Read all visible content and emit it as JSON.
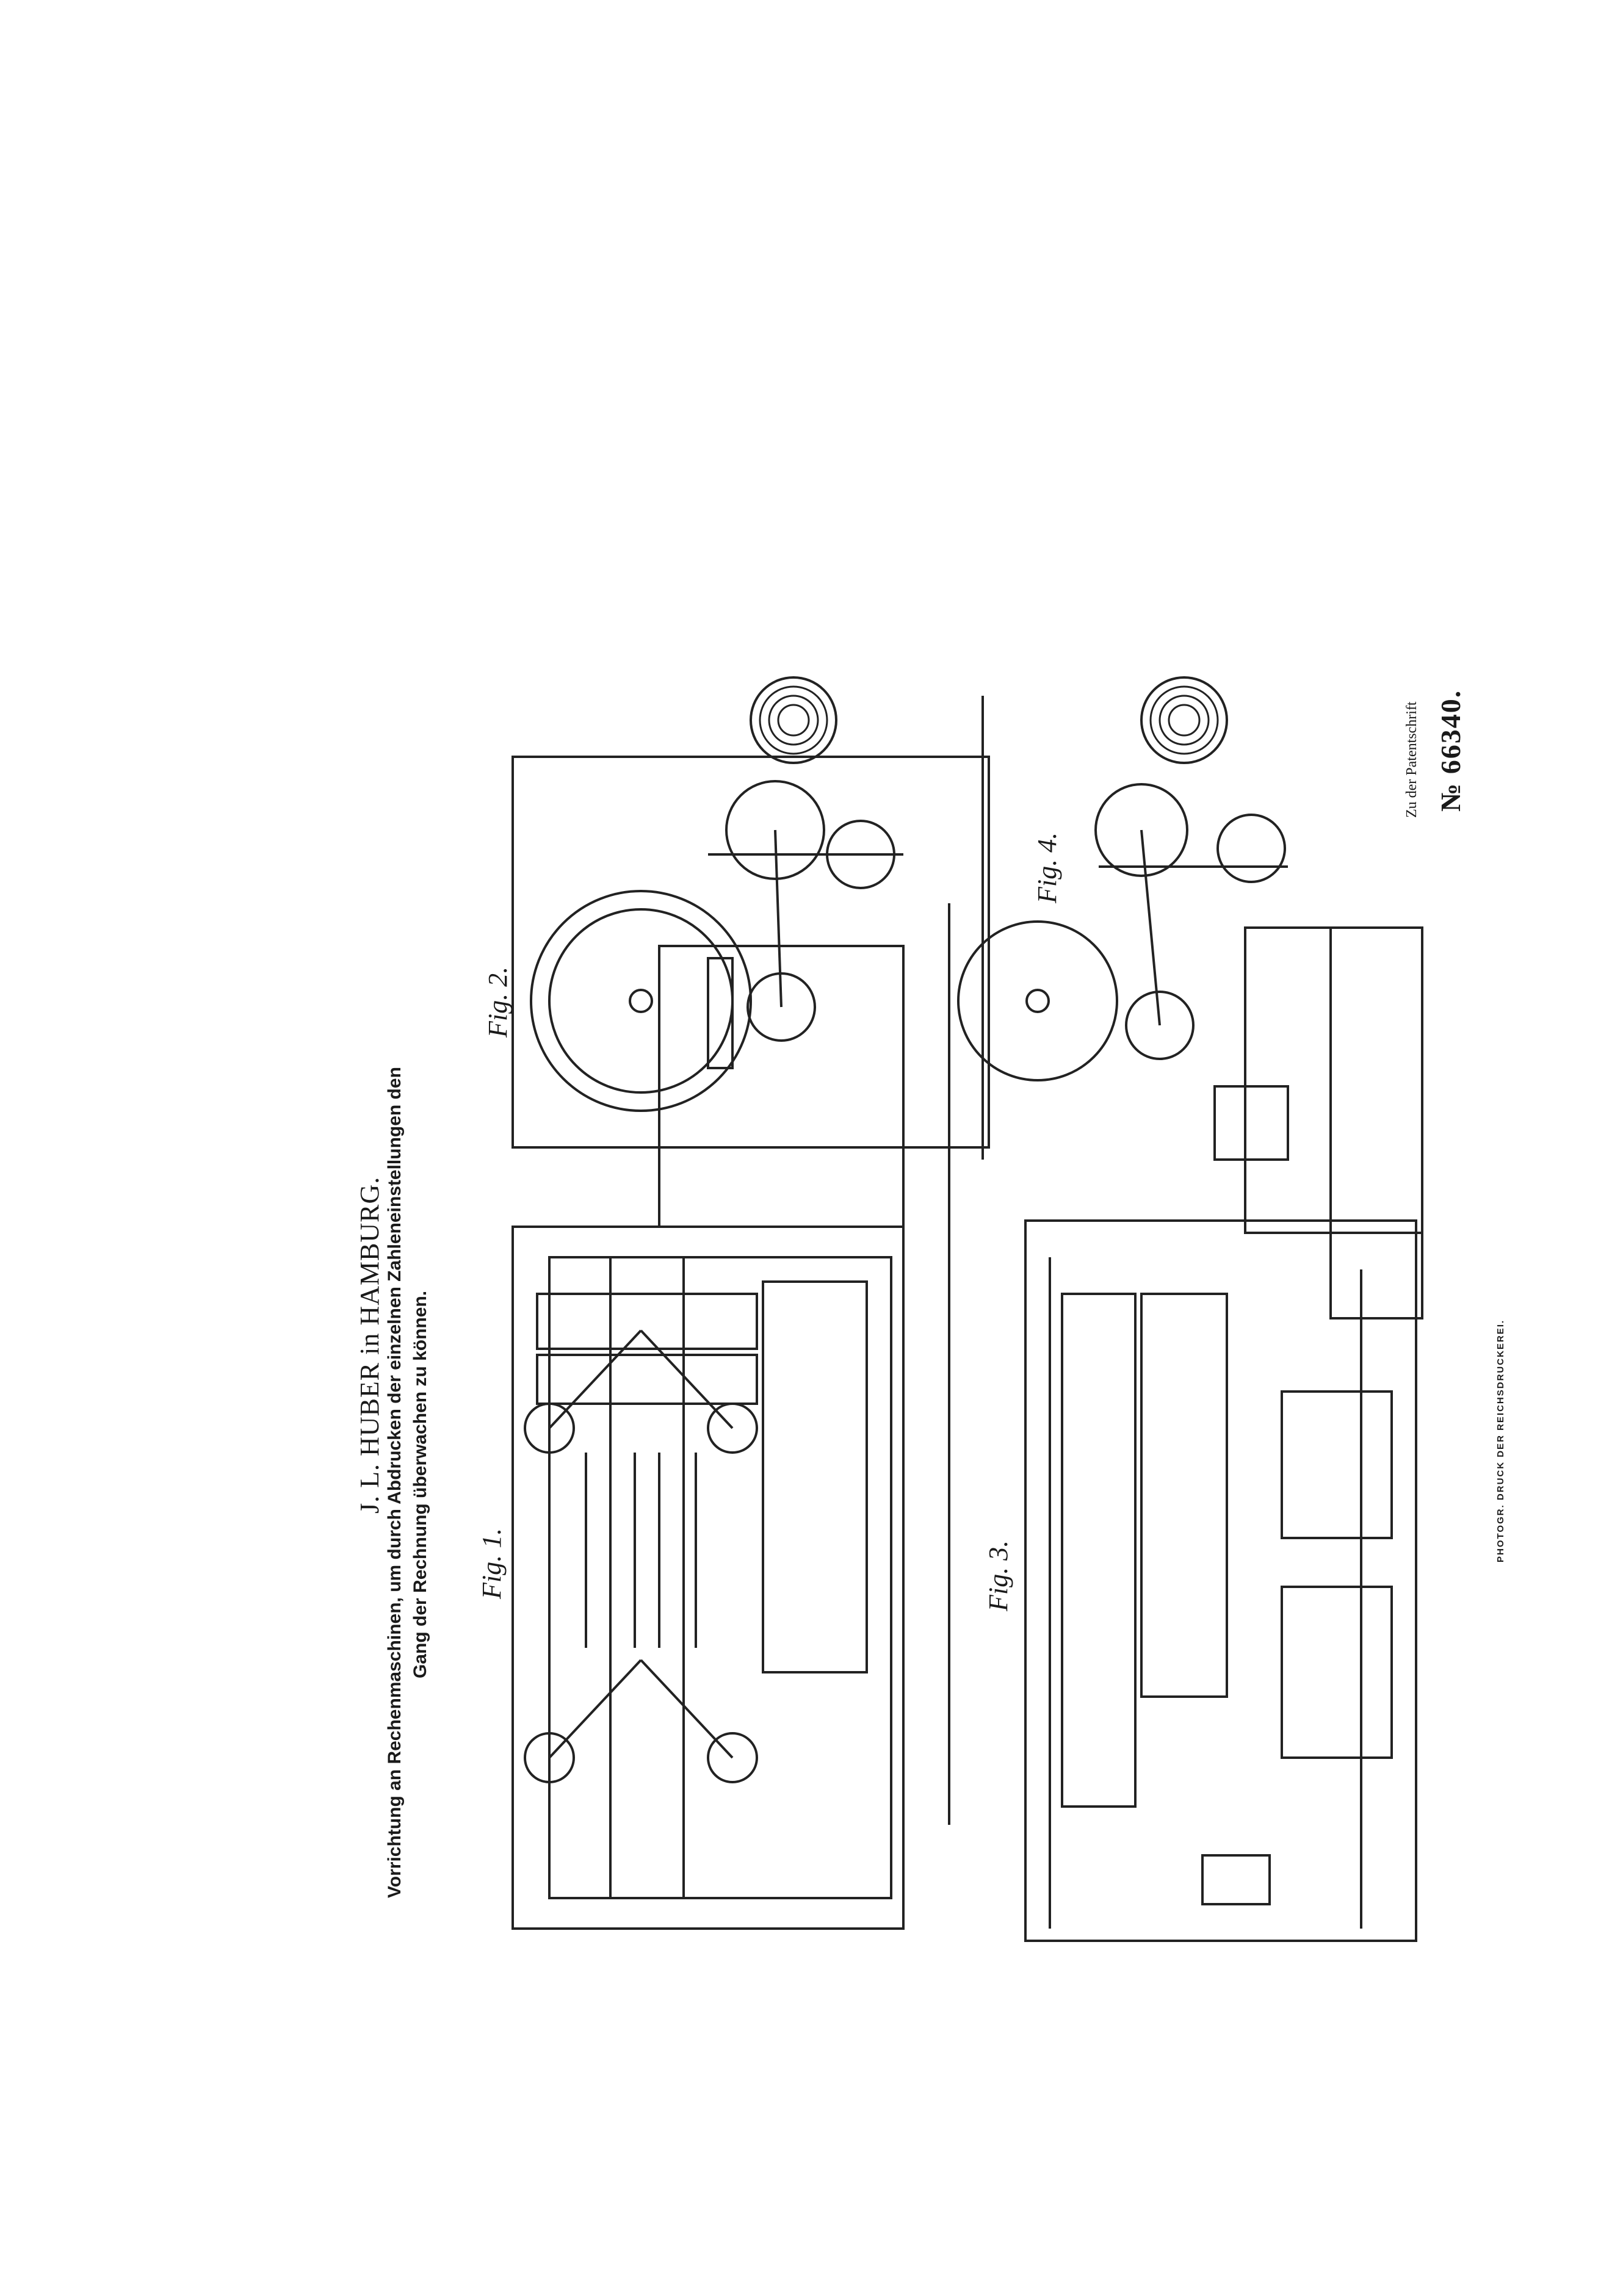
{
  "header": {
    "title": "J. L. HUBER in HAMBURG.",
    "subtitle_line1": "Vorrichtung an Rechenmaschinen, um durch Abdrucken der einzelnen Zahleneinstellungen den",
    "subtitle_line2": "Gang der Rechnung überwachen zu können."
  },
  "figures": {
    "fig1": "Fig. 1.",
    "fig2": "Fig. 2.",
    "fig3": "Fig. 3.",
    "fig4": "Fig. 4."
  },
  "patent": {
    "note": "Zu der Patentschrift",
    "number": "№ 66340."
  },
  "printer": "PHOTOGR. DRUCK DER REICHSDRUCKEREI."
}
